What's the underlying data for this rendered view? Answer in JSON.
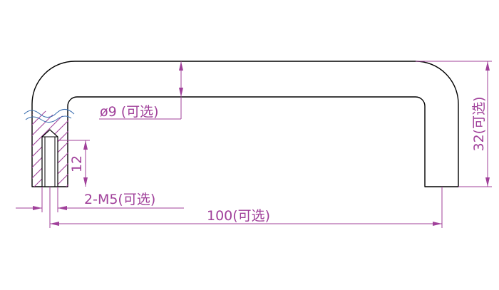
{
  "drawing": {
    "colors": {
      "outline": "#000000",
      "dimension": "#a0409a",
      "break_line": "#3b6fb0",
      "background": "#ffffff"
    },
    "dimensions": {
      "diameter": "ø9 (可选)",
      "thread_depth": "12",
      "thread": "2-M5(可选)",
      "length": "100(可选)",
      "height": "32(可选)"
    }
  }
}
